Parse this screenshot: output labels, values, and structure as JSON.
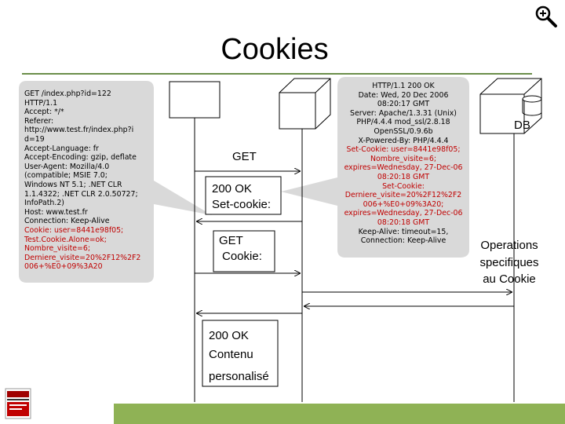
{
  "title": "Cookies",
  "request_bubble": {
    "lines": [
      "GET /index.php?id=122",
      "HTTP/1.1",
      "Accept: */*",
      "Referer:",
      "http://www.test.fr/index.php?i",
      "d=19",
      "Accept-Language: fr",
      "Accept-Encoding: gzip, deflate",
      "User-Agent: Mozilla/4.0",
      "(compatible; MSIE 7.0;",
      "Windows NT 5.1; .NET CLR",
      "1.1.4322; .NET CLR 2.0.50727;",
      "InfoPath.2)",
      "Host: www.test.fr",
      "Connection: Keep-Alive"
    ],
    "cookie_lines": [
      "Cookie: user=8441e98f05;",
      "Test.Cookie.Alone=ok;",
      "Nombre_visite=6;",
      "Derniere_visite=20%2F12%2F2",
      "006+%E0+09%3A20"
    ]
  },
  "response_bubble": {
    "lines": [
      "HTTP/1.1 200 OK",
      "Date: Wed, 20 Dec 2006",
      "08:20:17 GMT",
      "Server: Apache/1.3.31 (Unix)",
      "PHP/4.4.4 mod_ssl/2.8.18",
      "OpenSSL/0.9.6b",
      "X-Powered-By: PHP/4.4.4"
    ],
    "cookie_lines": [
      "Set-Cookie: user=8441e98f05;",
      "Nombre_visite=6;",
      "expires=Wednesday, 27-Dec-06",
      "08:20:18 GMT",
      "Set-Cookie:",
      "Derniere_visite=20%2F12%2F2",
      "006+%E0+09%3A20;",
      "expires=Wednesday, 27-Dec-06",
      "08:20:18 GMT"
    ],
    "tail_lines": [
      "Keep-Alive: timeout=15,",
      "Connection: Keep-Alive"
    ]
  },
  "messages": {
    "get1": "GET",
    "ok1_line1": "200 OK",
    "ok1_line2": "Set-cookie:",
    "get2_line1": "GET",
    "get2_line2": "Cookie:",
    "ok2_line1": "200 OK",
    "ok2_line2": "Contenu",
    "ok2_line3": "personalisé"
  },
  "db_label": "DB",
  "operations_label": [
    "Operations",
    "specifiques",
    "au Cookie"
  ],
  "icons": {
    "zoom": "zoom-in-icon",
    "logo": "telecom-logo"
  },
  "colors": {
    "accent": "#8fb255",
    "rule": "#6b8e4a",
    "cookie_red": "#c00000",
    "bubble_fill": "#d9d9d9"
  }
}
